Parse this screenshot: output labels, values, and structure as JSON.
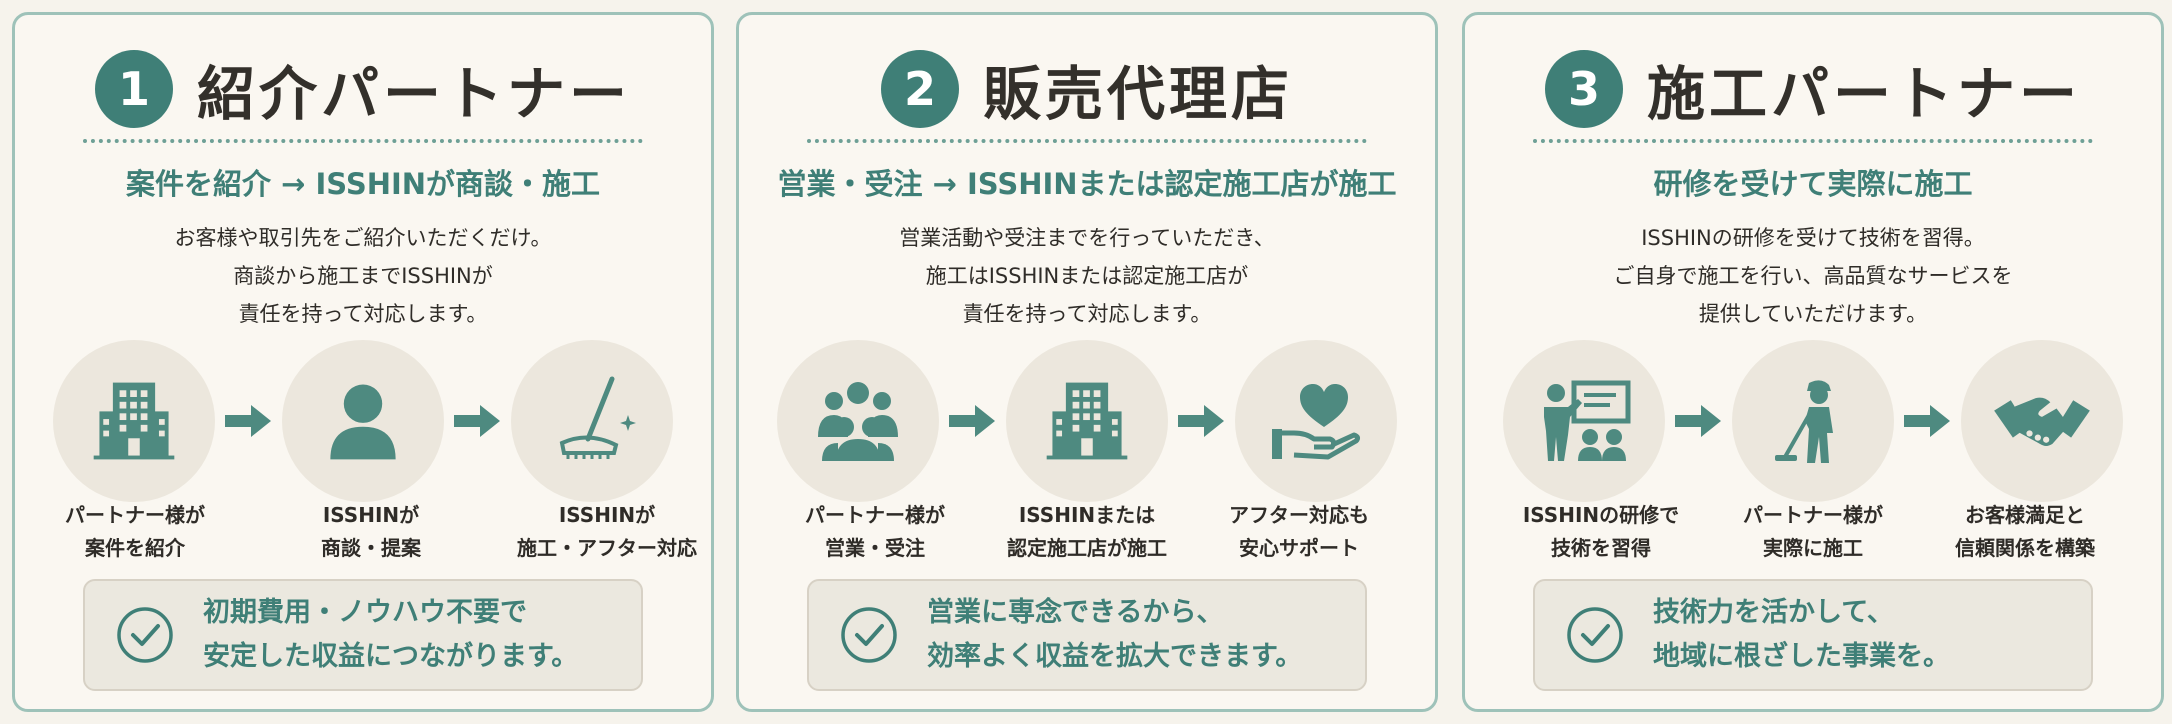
{
  "colors": {
    "accent": "#3f7f77",
    "icon": "#4e8a80",
    "circle": "#ece7dd",
    "border": "#9ec2b9"
  },
  "cards": [
    {
      "num": "1",
      "title": "紹介パートナー",
      "subtitle": "案件を紹介 → ISSHINが商談・施工",
      "desc": [
        "お客様や取引先をご紹介いただくだけ。",
        "商談から施工までISSHINが",
        "責任を持って対応します。"
      ],
      "steps": [
        {
          "icon": "building-icon",
          "lines": [
            "パートナー様が",
            "案件を紹介"
          ]
        },
        {
          "icon": "person-icon",
          "lines": [
            "ISSHINが",
            "商談・提案"
          ]
        },
        {
          "icon": "mop-icon",
          "lines": [
            "ISSHINが",
            "施工・アフター対応"
          ]
        }
      ],
      "banner": [
        "初期費用・ノウハウ不要で",
        "安定した収益につながります。"
      ]
    },
    {
      "num": "2",
      "title": "販売代理店",
      "subtitle": "営業・受注 → ISSHINまたは認定施工店が施工",
      "desc": [
        "営業活動や受注までを行っていただき、",
        "施工はISSHINまたは認定施工店が",
        "責任を持って対応します。"
      ],
      "steps": [
        {
          "icon": "group-icon",
          "lines": [
            "パートナー様が",
            "営業・受注"
          ]
        },
        {
          "icon": "building-icon",
          "lines": [
            "ISSHINまたは",
            "認定施工店が施工"
          ]
        },
        {
          "icon": "heart-hand-icon",
          "lines": [
            "アフター対応も",
            "安心サポート"
          ]
        }
      ],
      "banner": [
        "営業に専念できるから、",
        "効率よく収益を拡大できます。"
      ]
    },
    {
      "num": "3",
      "title": "施工パートナー",
      "subtitle": "研修を受けて実際に施工",
      "desc": [
        "ISSHINの研修を受けて技術を習得。",
        "ご自身で施工を行い、高品質なサービスを",
        "提供していただけます。"
      ],
      "steps": [
        {
          "icon": "training-icon",
          "lines": [
            "ISSHINの研修で",
            "技術を習得"
          ]
        },
        {
          "icon": "worker-icon",
          "lines": [
            "パートナー様が",
            "実際に施工"
          ]
        },
        {
          "icon": "handshake-icon",
          "lines": [
            "お客様満足と",
            "信頼関係を構築"
          ]
        }
      ],
      "banner": [
        "技術力を活かして、",
        "地域に根ざした事業を。"
      ]
    }
  ]
}
